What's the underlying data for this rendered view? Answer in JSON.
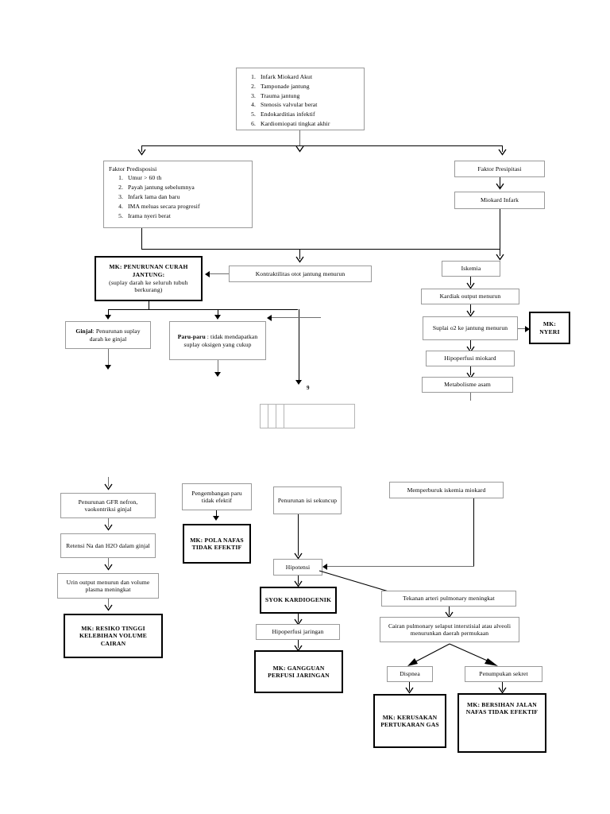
{
  "diagram": {
    "title": "Pathomechanism flowchart — Syok Kardiogenik",
    "etiology": {
      "items": [
        "Infark Miokard Akut",
        "Tamponade jantung",
        "Trauma jantung",
        "Stenosis valvular berat",
        "Endokarditias infektif",
        "Kardiomiopati tingkat akhir"
      ]
    },
    "predisposisi": {
      "title": "Faktor Predisposisi",
      "items": [
        "Umur > 60 th",
        "Payah jantung sebelumnya",
        "Infark lama  dan baru",
        "IMA meluas secara progresif",
        "Irama nyeri berat"
      ]
    },
    "nodes": {
      "faktor_presipitasi": "Faktor Presipitasi",
      "miokard_infark": "Miokard Infark",
      "iskemia": "Iskemia",
      "kardiak_output_menurun": "Kardiak output menurun",
      "suplai_o2": "Suplai o2 ke jantung menurun",
      "mk_nyeri": "MK: NYERI",
      "hipoperfusi_miokard": "Hipoperfusi miokard",
      "metabolisme_asam": "Metabolisme asam",
      "kontraktilitas": "Kontraktilitas otot jantung menurun",
      "mk_penurunan_curah": "MK: PENURUNAN CURAH JANTUNG:",
      "mk_penurunan_curah_sub": "(suplay darah ke seluruh tubuh berkurang)",
      "ginjal_bold": "Ginjal",
      "ginjal_rest": ": Penurunan suplay darah ke ginjal",
      "paru_bold": "Paru-paru",
      "paru_rest": " : tidak mendapatkan suplay oksigen yang cukup",
      "page_marker": "9",
      "penurunan_gfr": "Penurunan GFR nefron, vaokontriksi ginjal",
      "retensi_na": "Retensi Na dan H2O dalam ginjal",
      "urin_output": "Urin output menurun dan volume plasma meningkat",
      "mk_resiko_tinggi": "MK: RESIKO TINGGI KELEBIHAN VOLUME CAIRAN",
      "pengembangan_paru": "Pengembangan paru tidak efektif",
      "mk_pola_nafas": "MK: POLA NAFAS TIDAK EFEKTIF",
      "penurunan_isi": "Penurunan isi sekuncup",
      "hipotensi": "Hipotensi",
      "syok_kardiogenik": "SYOK KARDIOGENIK",
      "hipoperfusi_jaringan": "Hipoperfusi jaringan",
      "mk_gangguan_perfusi": "MK: GANGGUAN PERFUSI JARINGAN",
      "memperburuk_iskemia": "Memperburuk iskemia miokard",
      "tekanan_arteri": "Tekanan arteri pulmonary meningkat",
      "cairan_pulmonary": "Cairan pulmonary  selaput interstisial atau alveoli menurunkan daerah permukaan",
      "dispnea": "Dispnea",
      "penumpukan_sekret": "Penumpukan sekret",
      "mk_kerusakan_pertukaran": "MK: KERUSAKAN PERTUKARAN GAS",
      "mk_bersihan_jalan": "MK: BERSIHAN JALAN NAFAS TIDAK EFEKTIF"
    }
  }
}
